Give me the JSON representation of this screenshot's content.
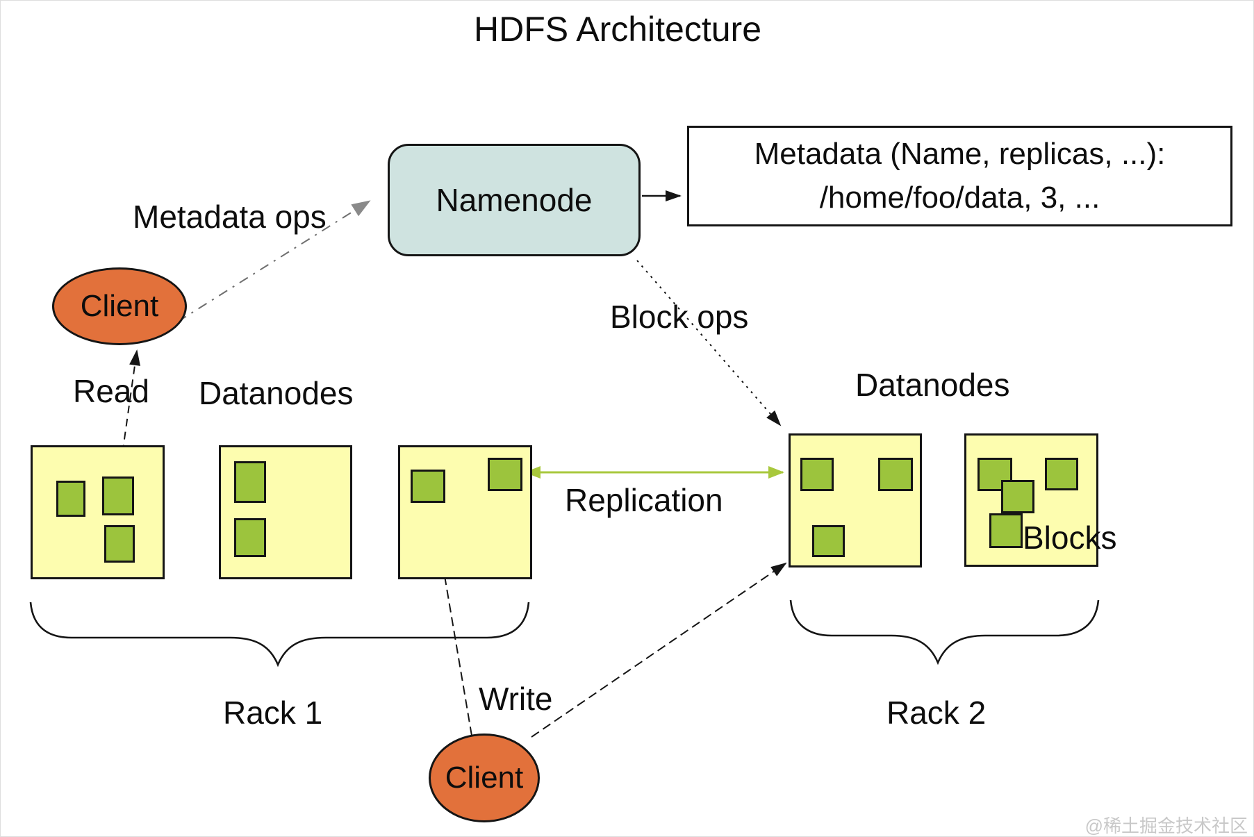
{
  "title": "HDFS Architecture",
  "namenode": {
    "label": "Namenode"
  },
  "metadata_note": {
    "line1": "Metadata (Name, replicas, ...):",
    "line2": "/home/foo/data, 3, ..."
  },
  "clients": {
    "top": "Client",
    "bottom": "Client"
  },
  "labels": {
    "metadata_ops": "Metadata ops",
    "block_ops": "Block ops",
    "read": "Read",
    "write": "Write",
    "replication": "Replication",
    "datanodes_left": "Datanodes",
    "datanodes_right": "Datanodes",
    "blocks": "Blocks",
    "rack1": "Rack 1",
    "rack2": "Rack 2"
  },
  "topology": {
    "rack1": {
      "datanode_count": 3,
      "blocks_per_datanode": [
        3,
        2,
        2
      ]
    },
    "rack2": {
      "datanode_count": 2,
      "blocks_per_datanode": [
        3,
        4
      ]
    }
  },
  "watermark": "@稀土掘金技术社区",
  "colors": {
    "namenode_fill": "#CFE3E0",
    "datanode_fill": "#FDFDAF",
    "block_fill": "#9CC43D",
    "client_fill": "#E2713B",
    "replication_arrow": "#A8C83C"
  }
}
